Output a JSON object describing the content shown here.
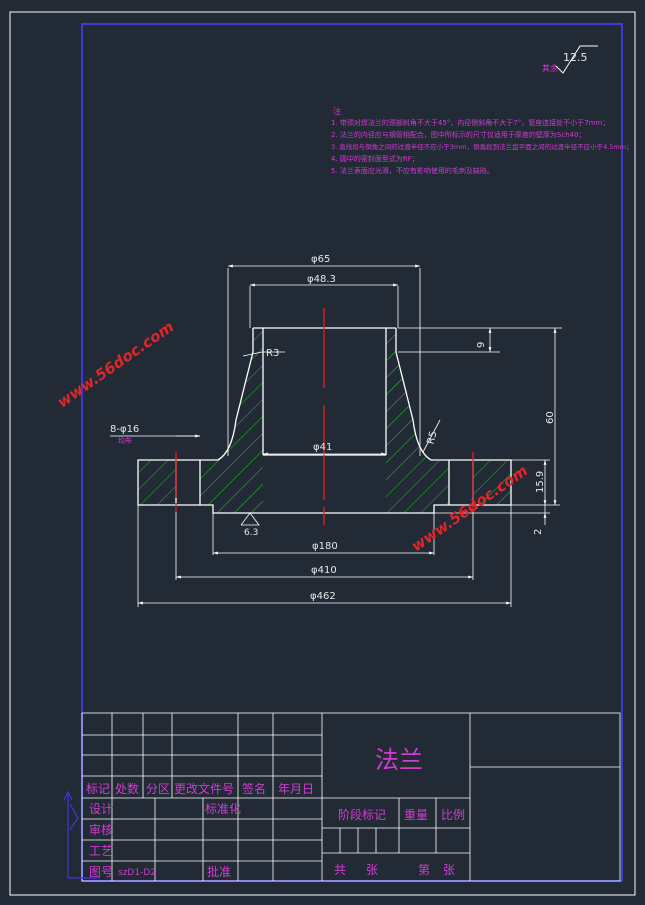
{
  "title": "法兰",
  "roughness": {
    "label": "其余",
    "value": "12.5"
  },
  "notes": {
    "header": "注",
    "lines": [
      "1. 带颈对焊法兰的颈部斜角不大于45°，内径侧斜角不大于7°，管座连接处不小于7mm；",
      "2. 法兰的内径应与钢管相配合，图中所标示的尺寸仅适用于厚度的壁厚为Sch40；",
      "3. 直线段与倒角之间的过渡半径不应小于3mm，倒角段到法兰盘平面之间的过渡半径不应小于4.5mm；",
      "4. 圆中的密封面型式为RF；",
      "5. 法兰表面应光滑，不应有影响使用的毛刺及缺陷。"
    ]
  },
  "dimensions": {
    "d65": "φ65",
    "d48": "φ48.3",
    "r3": "R3",
    "h9": "9",
    "holes": "8-φ16",
    "holes_sub": "均布",
    "r5": "R5",
    "h60": "60",
    "d41": "φ41",
    "h15": "15.9",
    "h2": "2",
    "rough63": "6.3",
    "d180": "φ180",
    "d410": "φ410",
    "d462": "φ462"
  },
  "watermark": "www.56doc.com",
  "title_block": {
    "row_labels": [
      "标记",
      "处数",
      "分区",
      "更改文件号",
      "签名",
      "年月日"
    ],
    "design": "设计",
    "standardization": "标准化",
    "review": "审核",
    "process": "工艺",
    "drawing_no": "图号",
    "drawing_no_value": "szD1-D2",
    "approve": "批准",
    "stage_mark": "阶段标记",
    "weight": "重量",
    "scale": "比例",
    "total": "共",
    "sheets": "张",
    "sheet_no": "第",
    "sheet_unit": "张"
  },
  "colors": {
    "background": "#222a35",
    "outline": "#ffffff",
    "frame": "#3a3ad8",
    "hatch": "#2fbf2f",
    "center": "#e02020",
    "text": "#d23bd2",
    "dim": "#ffffff"
  }
}
